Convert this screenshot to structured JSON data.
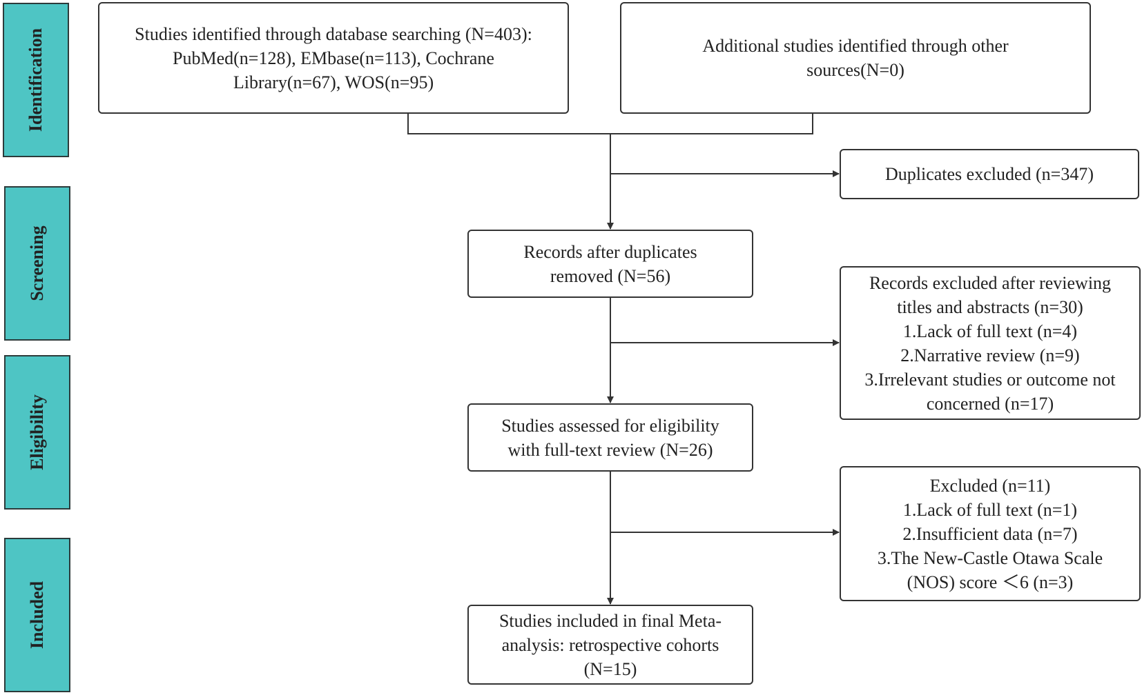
{
  "stages": {
    "identification": "Identification",
    "screening": "Screening",
    "eligibility": "Eligibility",
    "included": "Included"
  },
  "boxes": {
    "database_search": {
      "lines": [
        "Studies identified through database searching (N=403):",
        "PubMed(n=128), EMbase(n=113), Cochrane",
        "Library(n=67), WOS(n=95)"
      ]
    },
    "other_sources": {
      "lines": [
        "Additional studies identified through other",
        "sources(N=0)"
      ]
    },
    "duplicates_excluded": {
      "lines": [
        "Duplicates excluded (n=347)"
      ]
    },
    "after_duplicates": {
      "lines": [
        "Records after duplicates",
        "removed (N=56)"
      ]
    },
    "excluded_titles_abstracts": {
      "lines": [
        "Records excluded after reviewing",
        "titles and abstracts (n=30)",
        "1.Lack of full text (n=4)",
        "2.Narrative review (n=9)",
        "3.Irrelevant studies or outcome not",
        "concerned (n=17)"
      ]
    },
    "assessed_eligibility": {
      "lines": [
        "Studies assessed for eligibility",
        "with full-text review (N=26)"
      ]
    },
    "excluded_full_text": {
      "lines": [
        "Excluded (n=11)",
        "1.Lack of full text (n=1)",
        "2.Insufficient data (n=7)",
        "3.The New-Castle Otawa Scale",
        "(NOS) score ＜6 (n=3)"
      ]
    },
    "final_included": {
      "lines": [
        "Studies included in final Meta-",
        "analysis: retrospective cohorts",
        "(N=15)"
      ]
    }
  },
  "colors": {
    "stage_fill": "#4ec5c4",
    "stage_border": "#2c3a3a",
    "box_border": "#333333",
    "line": "#333333"
  }
}
